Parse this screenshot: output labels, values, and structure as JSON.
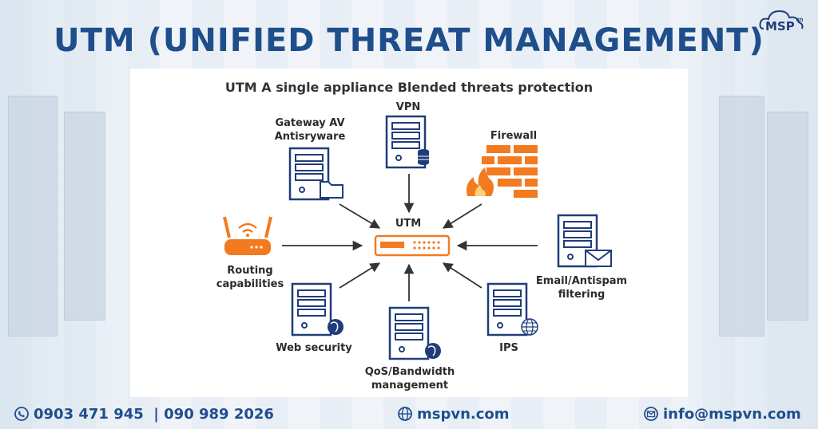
{
  "header": {
    "title": "UTM (UNIFIED THREAT MANAGEMENT)",
    "logo_text": "MSP",
    "logo_sup": "vn"
  },
  "diagram": {
    "subtitle": "UTM A single appliance Blended threats protection",
    "center": "UTM",
    "nodes": {
      "vpn": "VPN",
      "gateway_line1": "Gateway AV",
      "gateway_line2": "Antisryware",
      "firewall": "Firewall",
      "routing_line1": "Routing",
      "routing_line2": "capabilities",
      "email_line1": "Email/Antispam",
      "email_line2": "filtering",
      "web": "Web security",
      "qos_line1": "QoS/Bandwidth",
      "qos_line2": "management",
      "ips": "IPS"
    },
    "colors": {
      "accent": "#f47a20",
      "server": "#1f3d7a",
      "arrow": "#333333"
    }
  },
  "footer": {
    "phone": "0903 471 945  | 090 989 2026",
    "website": "mspvn.com",
    "email": "info@mspvn.com"
  }
}
